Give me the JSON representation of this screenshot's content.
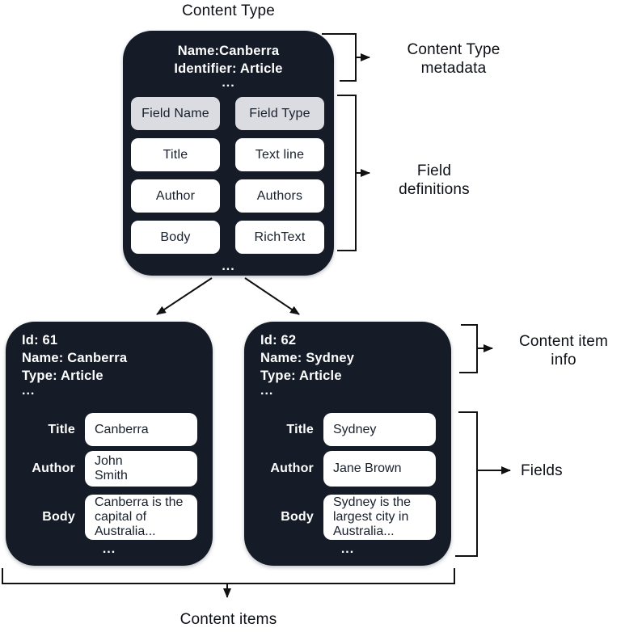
{
  "title": "Content Type",
  "bottom_label": "Content items",
  "colors": {
    "box_bg": "#151B27",
    "header_cell_bg": "#DBDCE2",
    "value_cell_bg": "#FFFFFF",
    "line": "#111111"
  },
  "type_box": {
    "name_line": "Name:Canberra",
    "identifier_line": "Identifier: Article",
    "ellipsis": "...",
    "col_headers": [
      "Field Name",
      "Field Type"
    ],
    "rows": [
      {
        "name": "Title",
        "type": "Text line"
      },
      {
        "name": "Author",
        "type": "Authors"
      },
      {
        "name": "Body",
        "type": "RichText"
      }
    ]
  },
  "annotations": {
    "metadata": "Content Type\nmetadata",
    "field_definitions": "Field\ndefinitions",
    "item_info": "Content item\ninfo",
    "fields": "Fields"
  },
  "items": [
    {
      "id_line": "Id: 61",
      "name_line": "Name: Canberra",
      "type_line": "Type: Article",
      "ellipsis": "...",
      "title_label": "Title",
      "title_value": "Canberra",
      "author_label": "Author",
      "author_value": "John\nSmith",
      "body_label": "Body",
      "body_value": "Canberra is the\ncapital of\nAustralia..."
    },
    {
      "id_line": "Id: 62",
      "name_line": "Name: Sydney",
      "type_line": "Type: Article",
      "ellipsis": "...",
      "title_label": "Title",
      "title_value": "Sydney",
      "author_label": "Author",
      "author_value": "Jane Brown",
      "body_label": "Body",
      "body_value": "Sydney is the\nlargest city in\nAustralia..."
    }
  ]
}
